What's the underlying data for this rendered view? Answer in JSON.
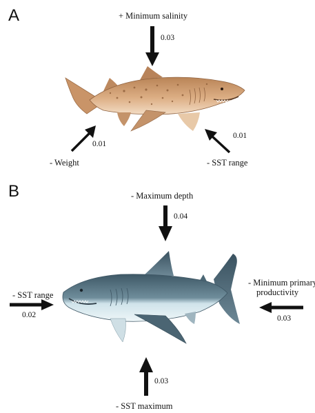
{
  "panel_a": {
    "letter": "A",
    "effects": [
      {
        "label": "+ Minimum salinity",
        "value": "0.03"
      },
      {
        "label": "- Weight",
        "value": "0.01"
      },
      {
        "label": "- SST range",
        "value": "0.01"
      }
    ]
  },
  "panel_b": {
    "letter": "B",
    "effects": [
      {
        "label": "- Maximum depth",
        "value": "0.04"
      },
      {
        "label": "- SST range",
        "value": "0.02"
      },
      {
        "label_line1": "- Minimum primary",
        "label_line2": "productivity",
        "value": "0.03"
      },
      {
        "label": "- SST maximum",
        "value": "0.03"
      }
    ]
  },
  "colors": {
    "sand_tiger_body": "#d9a77a",
    "sand_tiger_belly": "#f3dcc4",
    "sand_tiger_spots": "#8a5a35",
    "bull_shark_back": "#54707e",
    "bull_shark_belly": "#e9f3f6",
    "arrow": "#111111"
  }
}
